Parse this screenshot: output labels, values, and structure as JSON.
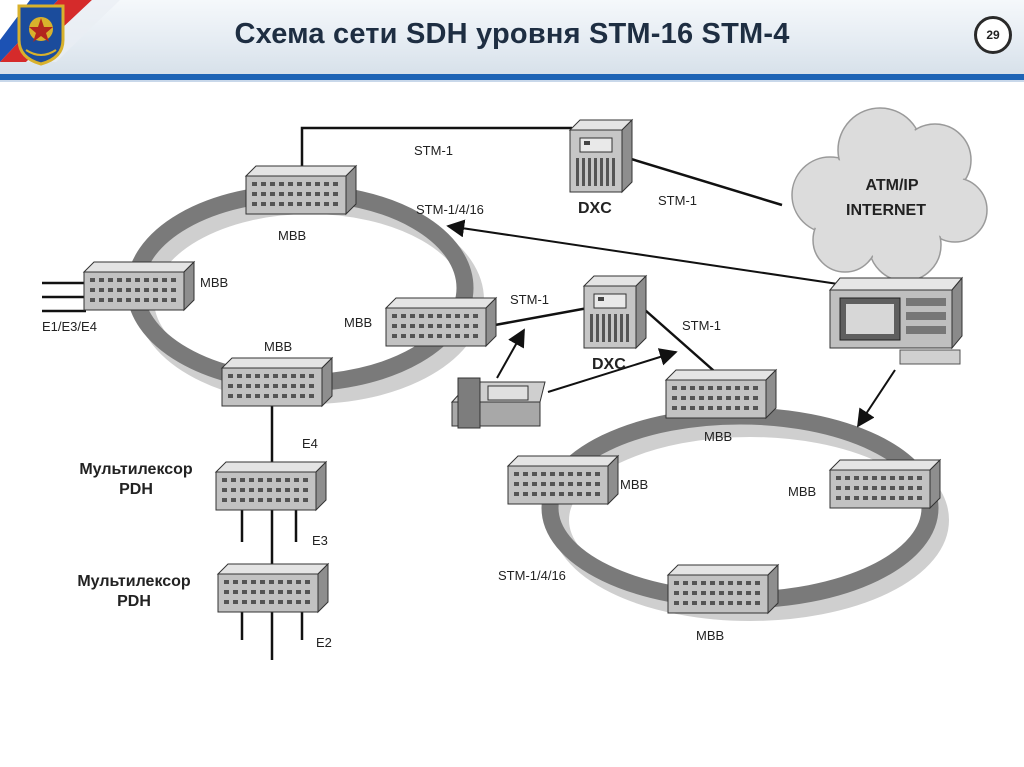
{
  "slide": {
    "title": "Схема сети SDH уровня STM-16 STM-4",
    "page_number": "29"
  },
  "diagram": {
    "link_labels": {
      "top_stm1": "STM-1",
      "ring1_rate": "STM-1/4/16",
      "dxc1_cloud": "STM-1",
      "mbb_dxc2": "STM-1",
      "dxc2_ring2": "STM-1",
      "ring2_rate": "STM-1/4/16",
      "e4": "E4",
      "e3": "E3",
      "e2": "E2",
      "tributaries": "E1/E3/E4"
    },
    "nodes": {
      "mbb": "MBB",
      "dxc": "DXC",
      "pdh_mux_line1": "Мультилексор",
      "pdh_mux_line2": "PDH"
    },
    "cloud_line1": "ATM/IP",
    "cloud_line2": "INTERNET"
  },
  "colors": {
    "header_rule": "#1d64b6",
    "ring_dark": "#7a7a7a",
    "ring_light": "#cfcfcf",
    "equipment": "#bdbdbd"
  }
}
